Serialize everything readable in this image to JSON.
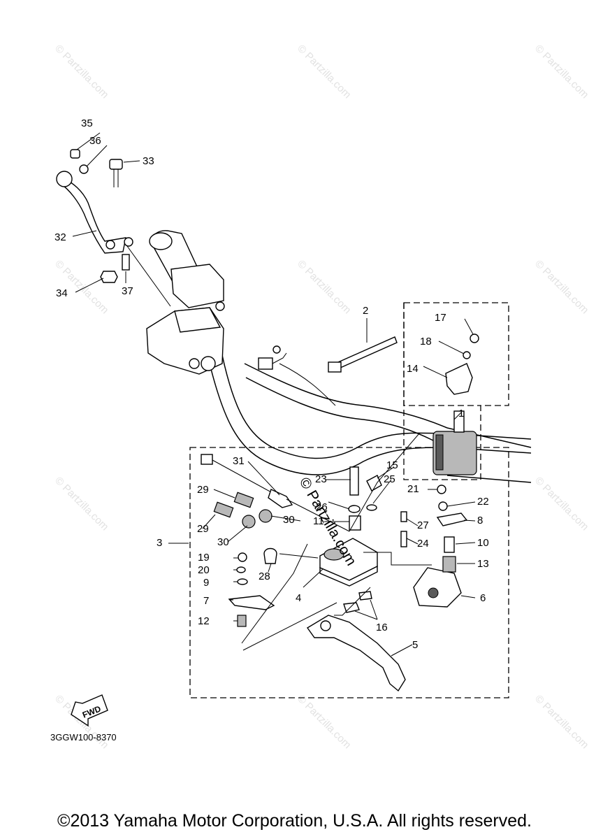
{
  "watermark": "© Partzilla.com",
  "center_watermark": "© Partzilla.com",
  "callouts": {
    "n1": "1",
    "n2": "2",
    "n3": "3",
    "n4": "4",
    "n5": "5",
    "n6": "6",
    "n7": "7",
    "n8": "8",
    "n9": "9",
    "n10": "10",
    "n11": "11",
    "n12": "12",
    "n13": "13",
    "n14": "14",
    "n15": "15",
    "n16": "16",
    "n17": "17",
    "n18": "18",
    "n19": "19",
    "n20": "20",
    "n21": "21",
    "n22": "22",
    "n23": "23",
    "n24": "24",
    "n25": "25",
    "n26": "26",
    "n27": "27",
    "n28": "28",
    "n29a": "29",
    "n29b": "29",
    "n30a": "30",
    "n30b": "30",
    "n31": "31",
    "n32": "32",
    "n33": "33",
    "n34": "34",
    "n35": "35",
    "n36": "36",
    "n37": "37"
  },
  "fwd_label": "FWD",
  "ref_code": "3GGW100-8370",
  "copyright": "©2013 Yamaha Motor Corporation, U.S.A. All rights reserved."
}
